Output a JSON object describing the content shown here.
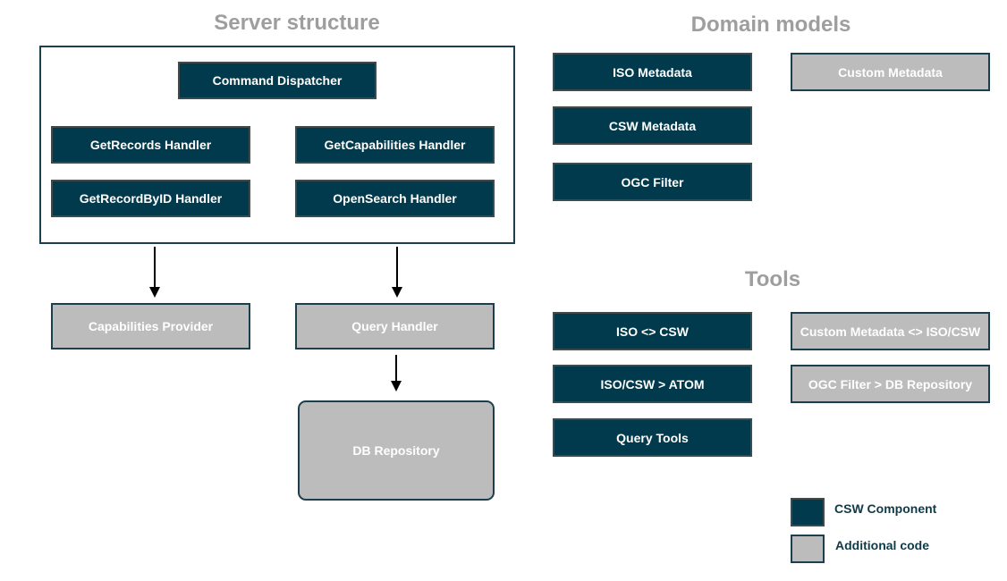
{
  "headings": {
    "server_structure": "Server structure",
    "domain_models": "Domain models",
    "tools": "Tools"
  },
  "server": {
    "command_dispatcher": "Command Dispatcher",
    "getrecords_handler": "GetRecords Handler",
    "getcapabilities_handler": "GetCapabilities Handler",
    "getrecordbyid_handler": "GetRecordByID Handler",
    "opensearch_handler": "OpenSearch Handler",
    "capabilities_provider": "Capabilities Provider",
    "query_handler": "Query Handler",
    "db_repository": "DB Repository"
  },
  "domain_models": {
    "iso_metadata": "ISO Metadata",
    "csw_metadata": "CSW Metadata",
    "ogc_filter": "OGC Filter",
    "custom_metadata": "Custom Metadata"
  },
  "tools": {
    "iso_csw": "ISO <> CSW",
    "iso_csw_atom": "ISO/CSW > ATOM",
    "query_tools": "Query Tools",
    "custom_metadata_iso_csw": "Custom Metadata <> ISO/CSW",
    "ogc_filter_db_repository": "OGC Filter > DB Repository"
  },
  "legend": {
    "csw_component": "CSW Component",
    "additional_code": "Additional code"
  },
  "colors": {
    "csw_component": "#003a4c",
    "additional_code": "#bcbcbc",
    "heading": "#9e9e9e"
  }
}
